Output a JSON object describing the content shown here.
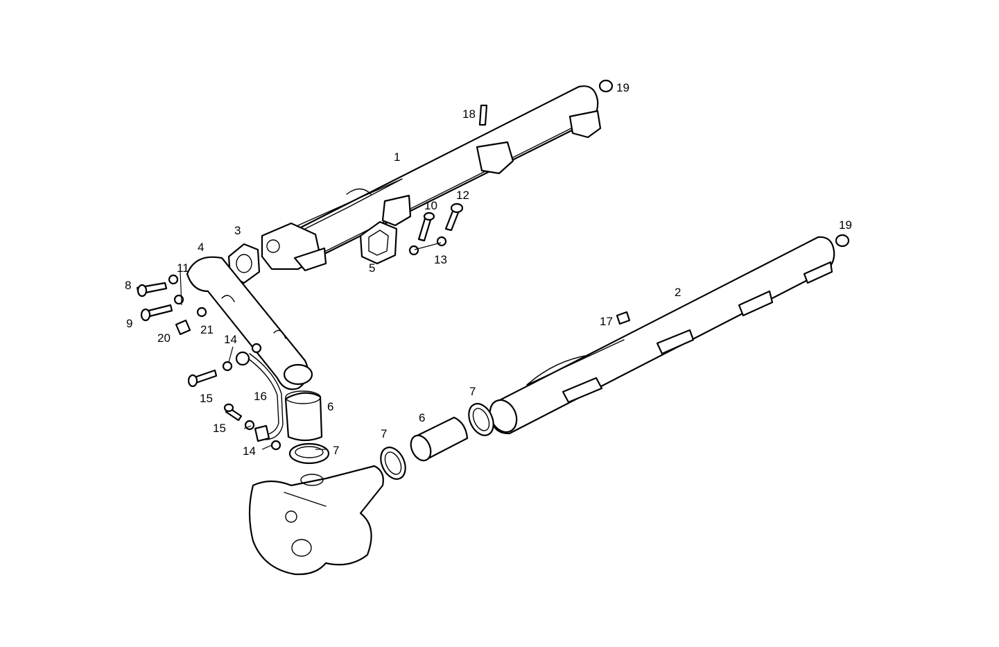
{
  "callouts": [
    {
      "id": "c1",
      "text": "1"
    },
    {
      "id": "c2",
      "text": "2"
    },
    {
      "id": "c3",
      "text": "3"
    },
    {
      "id": "c4",
      "text": "4"
    },
    {
      "id": "c5",
      "text": "5"
    },
    {
      "id": "c6a",
      "text": "6"
    },
    {
      "id": "c6b",
      "text": "6"
    },
    {
      "id": "c7a",
      "text": "7"
    },
    {
      "id": "c7b",
      "text": "7"
    },
    {
      "id": "c7c",
      "text": "7"
    },
    {
      "id": "c8",
      "text": "8"
    },
    {
      "id": "c9",
      "text": "9"
    },
    {
      "id": "c10",
      "text": "10"
    },
    {
      "id": "c11",
      "text": "11"
    },
    {
      "id": "c12",
      "text": "12"
    },
    {
      "id": "c13",
      "text": "13"
    },
    {
      "id": "c14a",
      "text": "14"
    },
    {
      "id": "c14b",
      "text": "14"
    },
    {
      "id": "c15a",
      "text": "15"
    },
    {
      "id": "c15b",
      "text": "15"
    },
    {
      "id": "c16",
      "text": "16"
    },
    {
      "id": "c17",
      "text": "17"
    },
    {
      "id": "c18",
      "text": "18"
    },
    {
      "id": "c19a",
      "text": "19"
    },
    {
      "id": "c19b",
      "text": "19"
    },
    {
      "id": "c20",
      "text": "20"
    },
    {
      "id": "c21",
      "text": "21"
    }
  ],
  "colors": {
    "ink": "#000000",
    "paper": "#ffffff"
  }
}
